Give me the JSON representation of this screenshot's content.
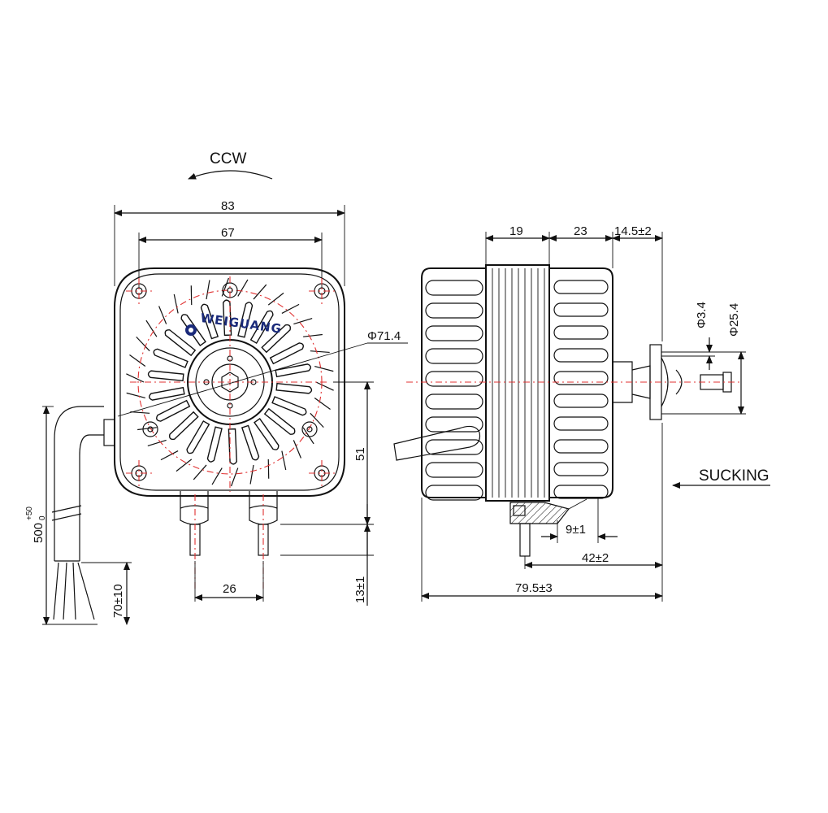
{
  "drawing": {
    "rotation_label": "CCW",
    "brand": "WEIGUANG",
    "airflow_label": "SUCKING",
    "front_view": {
      "width_overall": "83",
      "hole_spacing_h": "67",
      "bolt_circle": "Φ71.4",
      "hole_to_bottom": "51",
      "terminal_spacing": "26",
      "terminal_length": "13±1",
      "cable_length": "500",
      "cable_tol_upper": "+50",
      "cable_tol_lower": "0",
      "wire_strip": "70±10"
    },
    "side_view": {
      "front_flange": "19",
      "rear_section": "23",
      "shaft_protrusion": "14.5±2",
      "shaft_dia": "Φ3.4",
      "hub_dia": "Φ25.4",
      "mount_offset": "9±1",
      "mount_to_shaft": "42±2",
      "overall_length": "79.5±3"
    },
    "colors": {
      "outline": "#111111",
      "centerline": "#e03030",
      "brand_blue": "#1a2a7a"
    }
  }
}
